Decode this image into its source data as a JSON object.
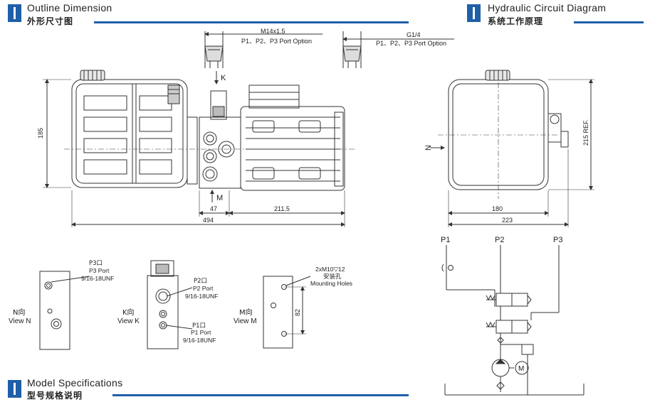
{
  "sections": {
    "outline": {
      "title_en": "Outline Dimension",
      "title_cn": "外形尺寸图"
    },
    "hydraulic": {
      "title_en": "Hydraulic Circuit Diagram",
      "title_cn": "系统工作原理"
    },
    "model": {
      "title_en": "Model Specifications",
      "title_cn": "型号规格说明"
    }
  },
  "port_options": {
    "m14": {
      "size": "M14x1.5",
      "option": "P1、P2、P3 Port Option"
    },
    "g14": {
      "size": "G1/4",
      "option": "P1、P2、P3 Port Option"
    }
  },
  "front_view": {
    "k_label": "K",
    "m_label": "M",
    "dim_height": "185",
    "dim_47": "47",
    "dim_211": "211.5",
    "dim_494": "494"
  },
  "side_view": {
    "n_label": "N",
    "dim_215": "215 REF.",
    "dim_180": "180",
    "dim_223": "223"
  },
  "views": {
    "n": {
      "cn": "N向",
      "en": "View N",
      "p3_cn": "P3口",
      "p3_en": "P3 Port",
      "p3_thread": "9/16-18UNF"
    },
    "k": {
      "cn": "K向",
      "en": "View K",
      "p2_cn": "P2口",
      "p2_en": "P2 Port",
      "p2_thread": "9/16-18UNF",
      "p1_cn": "P1口",
      "p1_en": "P1 Port",
      "p1_thread": "9/16-18UNF"
    },
    "m": {
      "cn": "M向",
      "en": "View M",
      "mount_spec": "2xM10▽12",
      "mount_cn": "安装孔",
      "mount_en": "Mounting Holes",
      "dim_82": "82"
    }
  },
  "circuit": {
    "p1": "P1",
    "p2": "P2",
    "p3": "P3",
    "motor": "M"
  },
  "colors": {
    "accent": "#1f5fa8",
    "line": "#333333"
  }
}
